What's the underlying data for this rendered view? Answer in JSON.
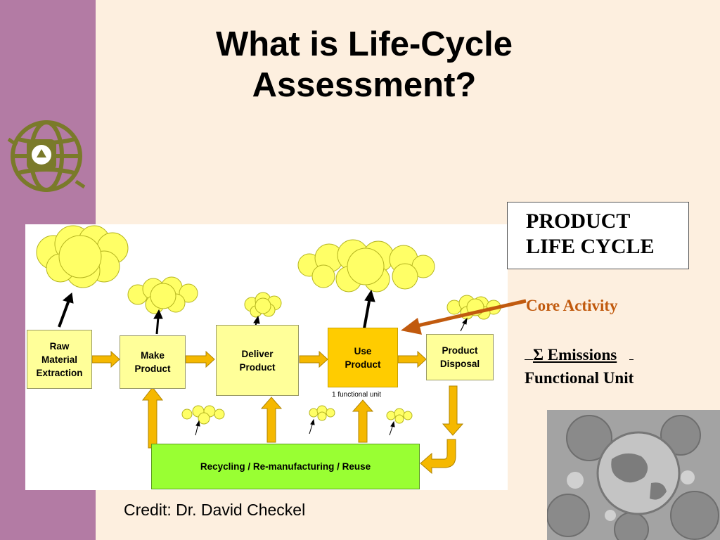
{
  "title": {
    "line1": "What is Life-Cycle",
    "line2": "Assessment?"
  },
  "diagram": {
    "boxes": {
      "raw": "Raw\nMaterial\nExtraction",
      "make": "Make\nProduct",
      "deliver": "Deliver\nProduct",
      "use": "Use\nProduct",
      "disposal": "Product\nDisposal",
      "recycle": "Recycling /  Re-manufacturing /  Reuse"
    },
    "functional_unit_label": "1 functional unit",
    "colors": {
      "box": "#ffff99",
      "use_box": "#ffcc00",
      "recycle_box": "#99ff33",
      "arrow": "#f5b800",
      "cloud": "#ffff66"
    }
  },
  "legend": {
    "line1": "PRODUCT",
    "line2": "LIFE CYCLE"
  },
  "core_activity": {
    "label": "Core Activity",
    "color": "#c15a0e"
  },
  "formula": {
    "numerator": "Σ Emissions",
    "denominator": "Functional Unit"
  },
  "credit": "Credit: Dr. David Checkel",
  "icons": {
    "logo": "recycle-globe-icon",
    "photo": "world-gears-collage"
  }
}
